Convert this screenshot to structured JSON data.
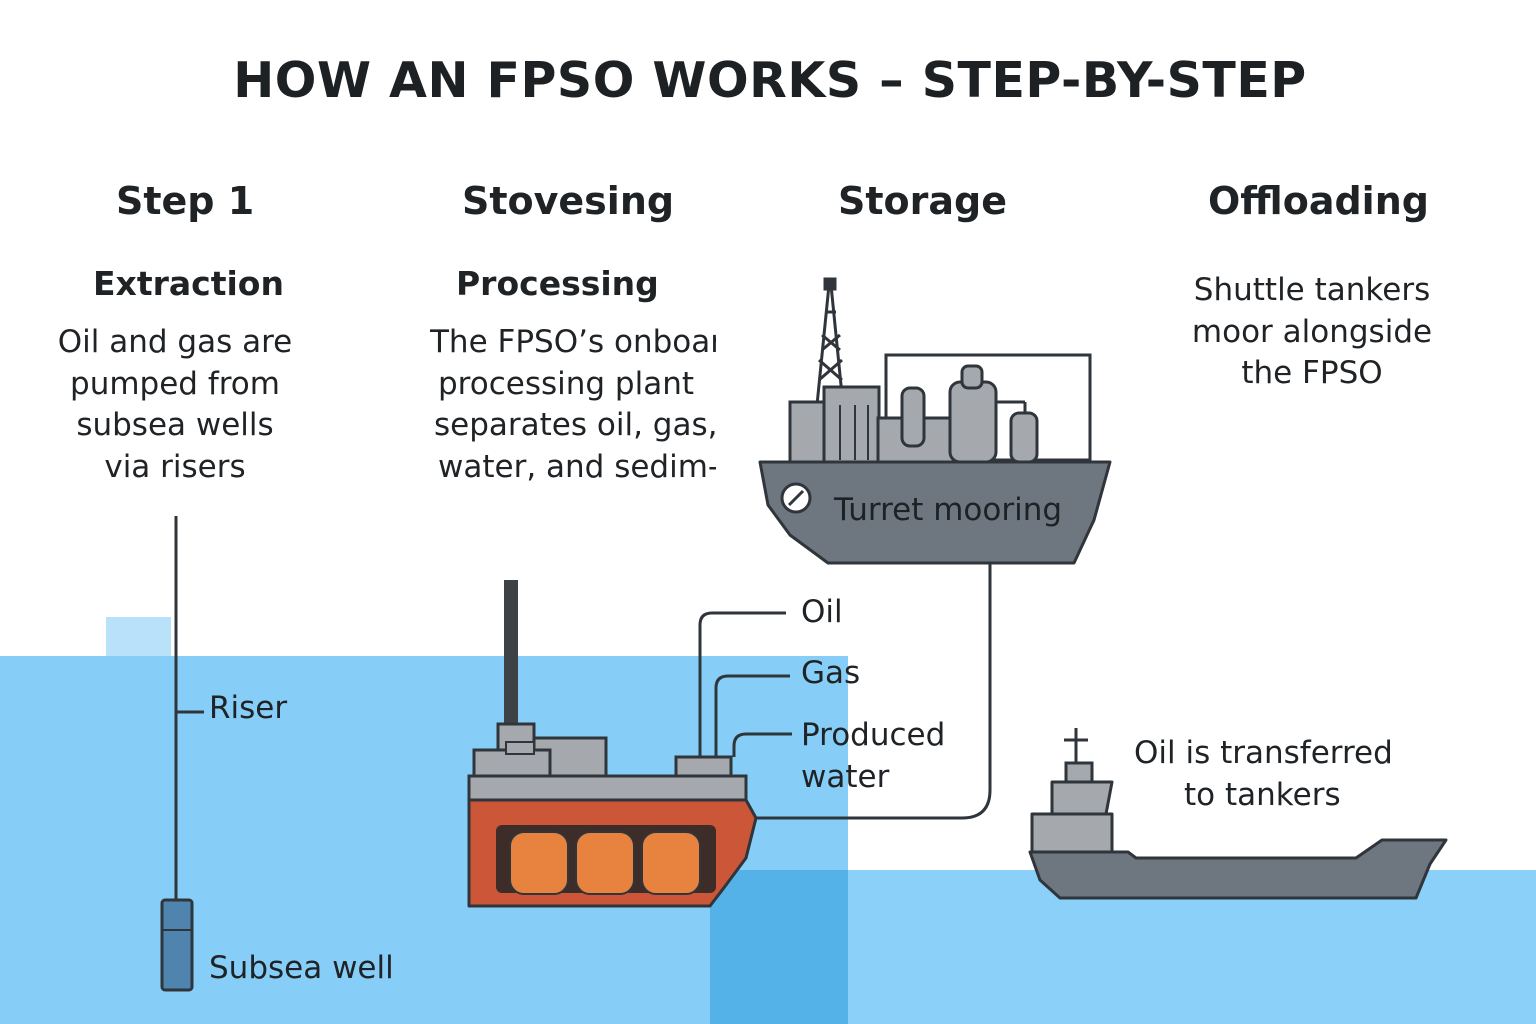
{
  "title": "HOW AN FPSO WORKS – STEP-BY-STEP",
  "steps": [
    {
      "heading": "Step 1",
      "subheading": "Extraction",
      "description": [
        "Oil and gas are",
        "pumped from",
        "subsea wells",
        "via risers"
      ]
    },
    {
      "heading": "Stovesing",
      "subheading": "Processing",
      "description": [
        "The FPSO’s onboard",
        "processing plant",
        "separates oil, gas,",
        "water, and sedim-"
      ]
    },
    {
      "heading": "Storage"
    },
    {
      "heading": "Offloading",
      "description": [
        "Shuttle tankers",
        "moor alongside",
        "the FPSO"
      ]
    }
  ],
  "labels": {
    "riser": "Riser",
    "subsea_well": "Subsea well",
    "turret_mooring": "Turret mooring",
    "oil": "Oil",
    "gas": "Gas",
    "produced_water": [
      "Produced",
      "water"
    ],
    "transfer": [
      "Oil is transferred",
      "to tankers"
    ]
  },
  "colors": {
    "sea": "#86cef7",
    "sea_deep": "#55b2e8",
    "hull_grey": "#6e7780",
    "deck_grey": "#a5a9ad",
    "fpso_hull": "#cc5638",
    "tank_orange": "#e8823f",
    "well_blue": "#4e84ad",
    "outline": "#2f353b"
  },
  "icons": [
    "compass-icon"
  ]
}
